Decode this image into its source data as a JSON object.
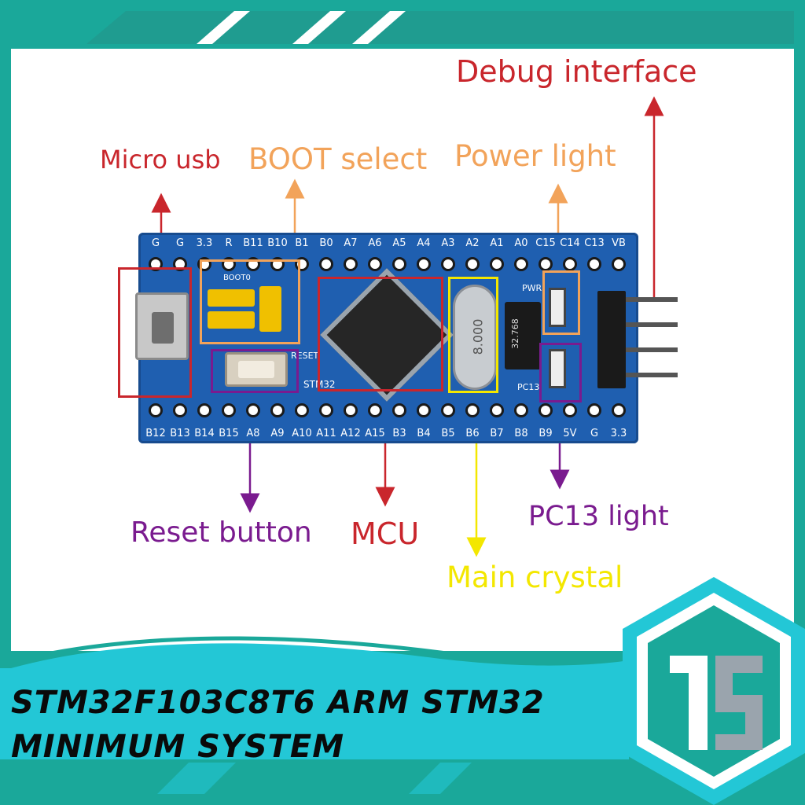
{
  "labels": {
    "debug": "Debug interface",
    "micro_usb": "Micro usb",
    "boot": "BOOT select",
    "power": "Power light",
    "reset": "Reset button",
    "mcu": "MCU",
    "pc13": "PC13 light",
    "crystal": "Main crystal"
  },
  "title": {
    "line1": "STM32F103C8T6 ARM STM32",
    "line2": "MINIMUM SYSTEM"
  },
  "board": {
    "top_pins": [
      "G",
      "G",
      "3.3",
      "R",
      "B11",
      "B10",
      "B1",
      "B0",
      "A7",
      "A6",
      "A5",
      "A4",
      "A3",
      "A2",
      "A1",
      "A0",
      "C15",
      "C14",
      "C13",
      "VB"
    ],
    "bottom_pins": [
      "B12",
      "B13",
      "B14",
      "B15",
      "A8",
      "A9",
      "A10",
      "A11",
      "A12",
      "A15",
      "B3",
      "B4",
      "B5",
      "B6",
      "B7",
      "B8",
      "B9",
      "5V",
      "G",
      "3.3"
    ],
    "silk": {
      "boot": "BOOT0",
      "reset": "RESET",
      "chip": "STM32",
      "crystal": "8.000",
      "pwr": "PWR",
      "pc13": "PC13",
      "rtc": "32.768"
    }
  },
  "colors": {
    "teal": "#1aa89a",
    "cyan": "#23c7d6",
    "red": "#c9262c",
    "orange": "#f2a35a",
    "yellow": "#f3e700",
    "purple": "#7a1b8f",
    "board_blue": "#1f5fb0"
  }
}
